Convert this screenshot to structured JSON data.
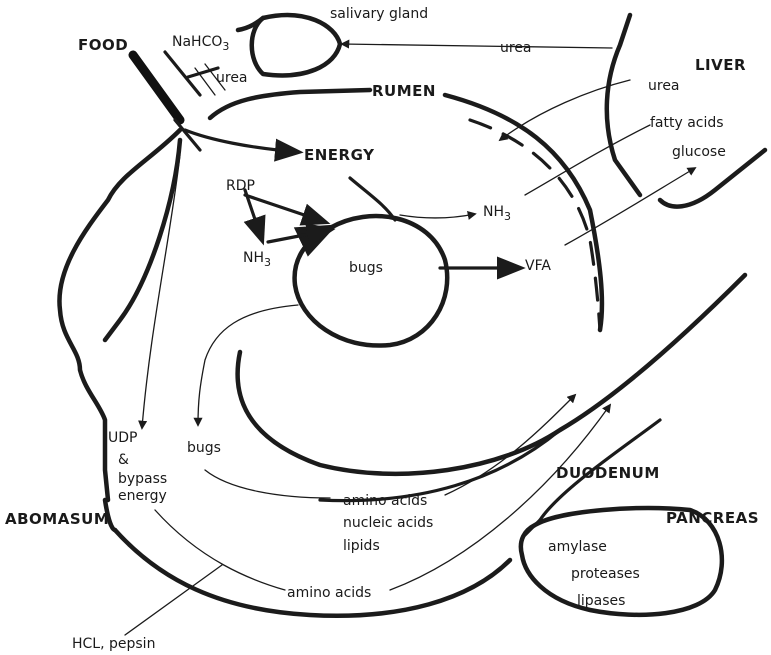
{
  "labels": {
    "food": "FOOD",
    "nahco3": "NaHCO",
    "nahco3_sub": "3",
    "salivary_gland": "salivary gland",
    "urea_near_food": "urea",
    "urea_top": "urea",
    "urea_liver": "urea",
    "liver": "LIVER",
    "rumen": "RUMEN",
    "fatty_acids": "fatty acids",
    "glucose": "glucose",
    "energy": "ENERGY",
    "rdp": "RDP",
    "nh3_left": "NH",
    "nh3_left_sub": "3",
    "nh3_right": "NH",
    "nh3_right_sub": "3",
    "bugs_rumen": "bugs",
    "vfa": "VFA",
    "udp": "UDP",
    "ampersand": "&",
    "bypass": "bypass",
    "energy_lower": "energy",
    "bugs_lower": "bugs",
    "abomasum": "ABOMASUM",
    "amino_acids_1": "amino acids",
    "nucleic_acids": "nucleic acids",
    "lipids": "lipids",
    "duodenum": "DUODENUM",
    "pancreas": "PANCREAS",
    "amylase": "amylase",
    "proteases": "proteases",
    "lipases": "lipases",
    "amino_acids_2": "amino acids",
    "hcl_pepsin": "HCL, pepsin"
  }
}
